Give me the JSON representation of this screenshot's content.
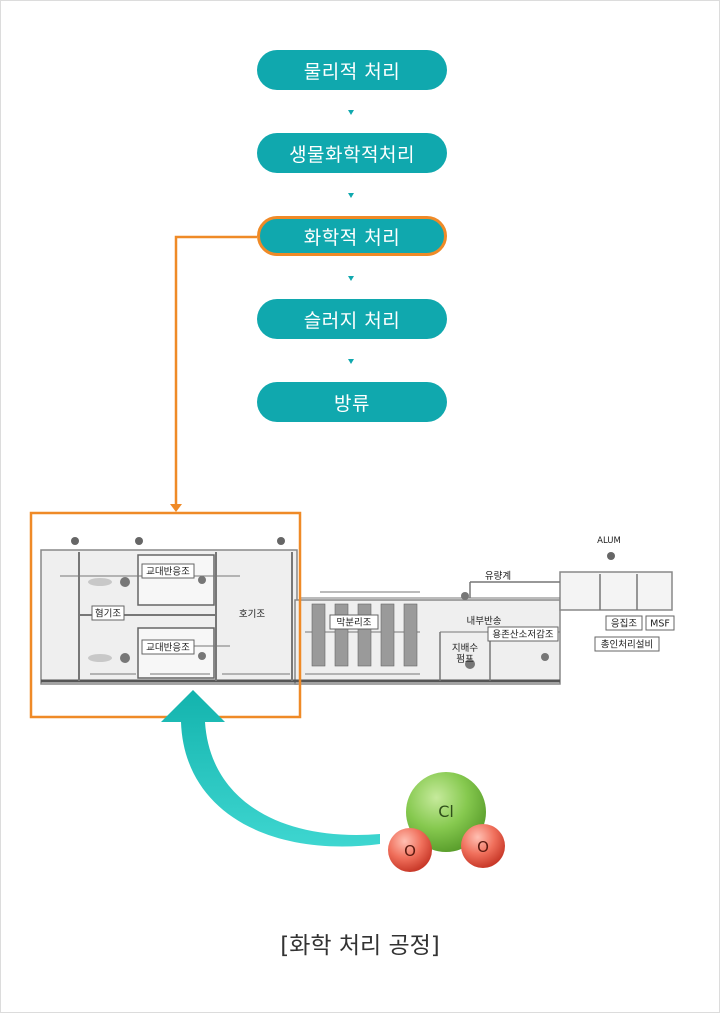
{
  "flow": {
    "steps": [
      {
        "label": "물리적 처리",
        "active": false
      },
      {
        "label": "생물화학적처리",
        "active": false
      },
      {
        "label": "화학적 처리",
        "active": true
      },
      {
        "label": "슬러지 처리",
        "active": false
      },
      {
        "label": "방류",
        "active": false
      }
    ]
  },
  "diagram": {
    "labels": {
      "anoxic": "혐기조",
      "alt_reactor": "교대반응조",
      "aerobic": "호기조",
      "membrane": "막분리조",
      "internal_return": "내부반송",
      "do_reduction": "용존산소저감조",
      "flow_meter": "유량계",
      "drain_pump": "지배수\n펌프",
      "alum": "ALUM",
      "coagulation": "응집조",
      "msf": "MSF",
      "tp_facility": "총인처리설비"
    }
  },
  "molecule": {
    "center": "Cl",
    "left": "O",
    "right": "O"
  },
  "caption": "[화학 처리 공정]",
  "colors": {
    "teal": "#10a8ae",
    "orange": "#ef8a27",
    "chlorine": "#77c142",
    "oxygen": "#ee5a47"
  }
}
